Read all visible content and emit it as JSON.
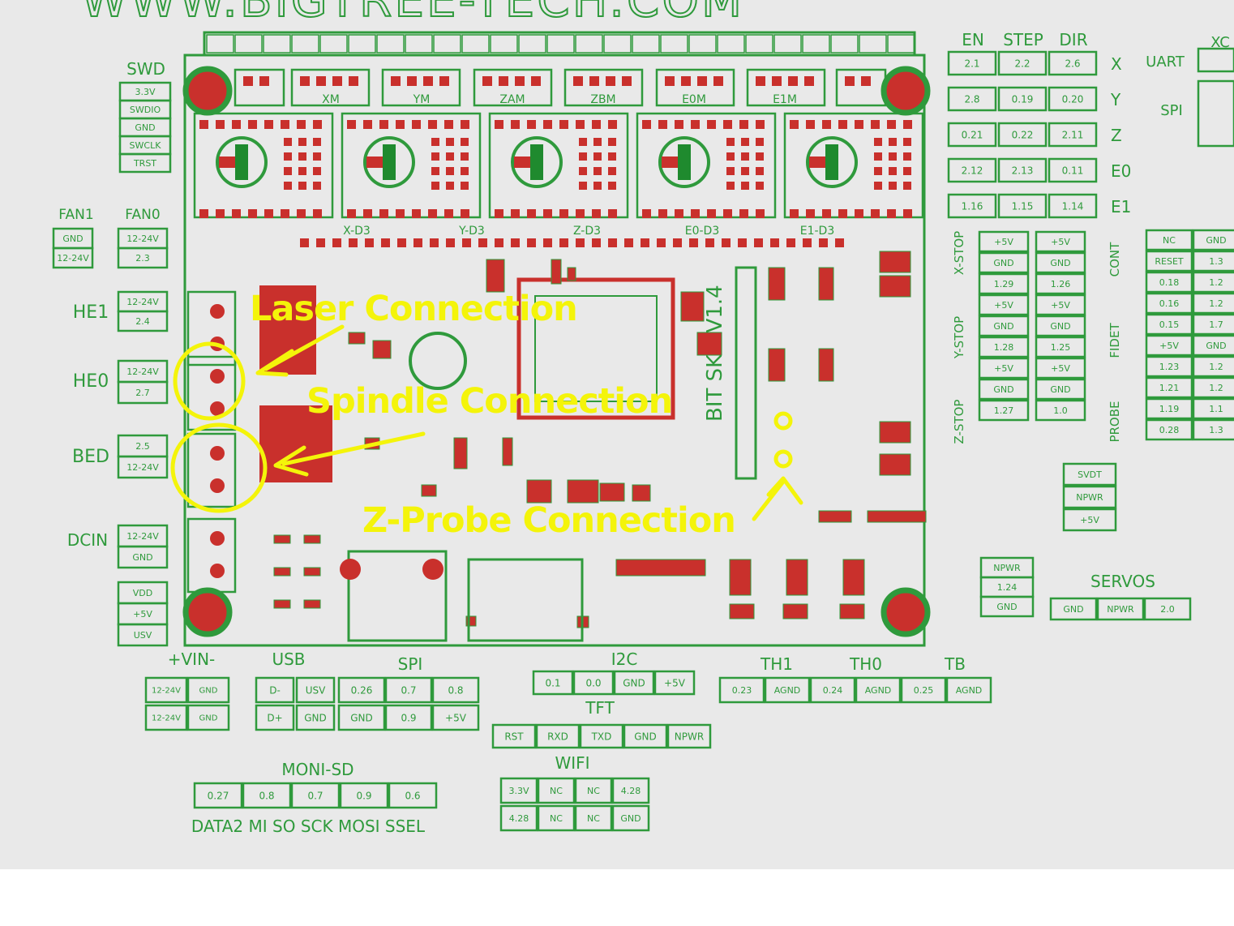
{
  "header": {
    "website": "WWW.BIGTREE-TECH.COM"
  },
  "board": {
    "model_label": "BIT SKR V1.4"
  },
  "annotations": {
    "laser": "Laser Connection",
    "spindle": "Spindle Connection",
    "zprobe": "Z-Probe Connection"
  },
  "left_labels": {
    "swd": "SWD",
    "fan1": "FAN1",
    "fan0": "FAN0",
    "he1": "HE1",
    "he0": "HE0",
    "bed": "BED",
    "dcin": "DCIN"
  },
  "swd_pins": [
    "3.3V",
    "SWDIO",
    "GND",
    "SWCLK",
    "TRST"
  ],
  "fan_pins": {
    "fan1": [
      "GND",
      "12-24V"
    ],
    "fan0": [
      "12-24V",
      "2.3"
    ]
  },
  "heater_pins": {
    "he1": [
      "12-24V",
      "2.4"
    ],
    "he0": [
      "12-24V",
      "2.7"
    ],
    "bed": [
      "2.5",
      "12-24V"
    ]
  },
  "dcin_pins": [
    "12-24V",
    "GND"
  ],
  "vdd_pins": [
    "VDD",
    "+5V",
    "USV"
  ],
  "driver_table": {
    "headers": [
      "EN",
      "STEP",
      "DIR"
    ],
    "rows": [
      {
        "axis": "X",
        "pins": [
          "2.1",
          "2.2",
          "2.6"
        ]
      },
      {
        "axis": "Y",
        "pins": [
          "2.8",
          "0.19",
          "0.20"
        ]
      },
      {
        "axis": "Z",
        "pins": [
          "0.21",
          "0.22",
          "2.11"
        ]
      },
      {
        "axis": "E0",
        "pins": [
          "2.12",
          "2.13",
          "0.11"
        ]
      },
      {
        "axis": "E1",
        "pins": [
          "1.16",
          "1.15",
          "1.14"
        ]
      }
    ]
  },
  "uart_spi": {
    "uart": "UART",
    "spi": "SPI",
    "xc": "XC"
  },
  "endstops": {
    "headers": [
      "Z-STOP",
      "Y-STOP",
      "X-STOP"
    ],
    "columns": [
      [
        "+5V",
        "GND",
        "1.29",
        "+5V",
        "GND",
        "1.28",
        "+5V",
        "GND",
        "1.27"
      ],
      [
        "+5V",
        "GND",
        "1.26",
        "+5V",
        "GND",
        "1.25",
        "+5V",
        "GND",
        "1.0"
      ]
    ],
    "side_labels": [
      "CONT",
      "FIDET",
      "PROBE"
    ]
  },
  "right_pins": [
    "NC",
    "GND",
    "RESET",
    "1.3",
    "0.18",
    "1.2",
    "0.16",
    "1.2",
    "0.15",
    "1.7",
    "+5V",
    "GND",
    "1.23",
    "1.2",
    "1.21",
    "1.2",
    "1.19",
    "1.1",
    "0.28",
    "1.3"
  ],
  "misc": {
    "vdd_pins2": [
      "SVDT",
      "NPWR",
      "+5V"
    ],
    "power_pins": [
      "NPWR",
      "1.24",
      "GND"
    ]
  },
  "servos": {
    "label": "SERVOS",
    "pins": [
      "GND",
      "NPWR",
      "2.0"
    ]
  },
  "bottom_groups": {
    "vin": {
      "label": "+VIN-",
      "pins": [
        "12-24V",
        "GND",
        "12-24V",
        "GND"
      ]
    },
    "usb": {
      "label": "USB",
      "pins": [
        "D-",
        "USV",
        "D+",
        "GND"
      ]
    },
    "spi": {
      "label": "SPI",
      "pins": [
        "0.26",
        "0.7",
        "0.8",
        "GND",
        "0.9",
        "+5V"
      ]
    },
    "i2c": {
      "label": "I2C",
      "pins": [
        "0.1",
        "0.0",
        "GND",
        "+5V"
      ]
    },
    "tft": {
      "label": "TFT",
      "pins": [
        "RST",
        "RXD",
        "TXD",
        "GND",
        "NPWR"
      ]
    },
    "wifi": {
      "label": "WIFI",
      "pins": [
        "3.3V",
        "NC",
        "NC",
        "4.28",
        "4.28",
        "NC",
        "NC",
        "GND"
      ]
    },
    "thermistors": {
      "labels": [
        "TH1",
        "TH0",
        "TB"
      ],
      "pins": [
        "0.23",
        "AGND",
        "0.24",
        "AGND",
        "0.25",
        "AGND"
      ]
    },
    "mini_sd": {
      "label": "MONI-SD",
      "pins": [
        "0.27",
        "0.8",
        "0.7",
        "0.9",
        "0.6"
      ],
      "names": "DATA2 MI SO SCK MOSI SSEL"
    }
  },
  "stepper_labels": [
    "XM",
    "YM",
    "ZAM",
    "ZBM",
    "E0M",
    "E1M"
  ],
  "driver_labels": [
    "X-D3",
    "Y-D3",
    "Z-D3",
    "E0-D3",
    "E1-D3"
  ]
}
